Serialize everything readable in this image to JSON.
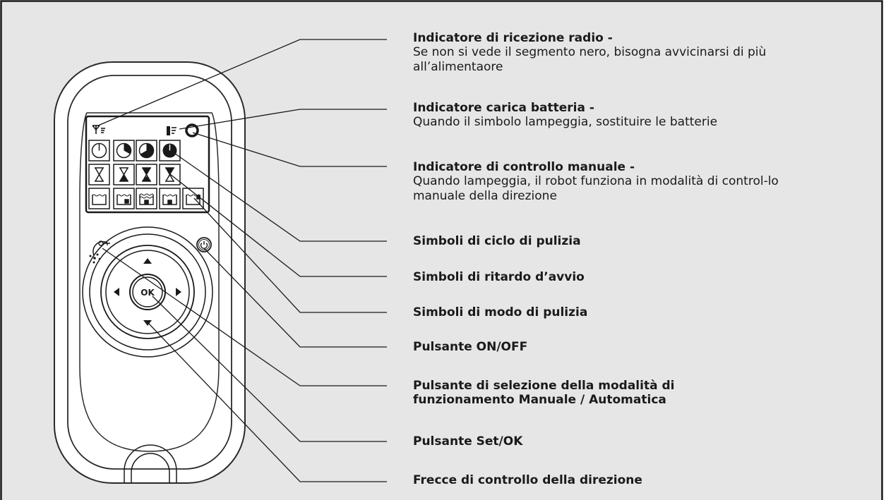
{
  "device": {
    "ok_label": "OK"
  },
  "callouts": [
    {
      "id": "radio",
      "title": "Indicatore di ricezione radio -",
      "desc": "Se non si vede il segmento nero, bisogna avvicinarsi di più all’alimentaore"
    },
    {
      "id": "battery",
      "title": "Indicatore carica batteria -",
      "desc": "Quando il simbolo lampeggia, sostituire le batterie"
    },
    {
      "id": "manual-indicator",
      "title": "Indicatore di controllo manuale -",
      "desc": "Quando lampeggia, il robot funziona in modalità di control-lo manuale della direzione"
    },
    {
      "id": "cycle",
      "title": "Simboli di ciclo di pulizia"
    },
    {
      "id": "delay",
      "title": "Simboli di ritardo d’avvio"
    },
    {
      "id": "mode",
      "title": "Simboli di modo di pulizia"
    },
    {
      "id": "onoff",
      "title": "Pulsante ON/OFF"
    },
    {
      "id": "manual-auto",
      "title": "Pulsante di selezione della modalità di funzionamento Manuale / Automatica"
    },
    {
      "id": "setok",
      "title": "Pulsante Set/OK"
    },
    {
      "id": "arrows",
      "title": "Frecce di controllo della direzione"
    }
  ]
}
